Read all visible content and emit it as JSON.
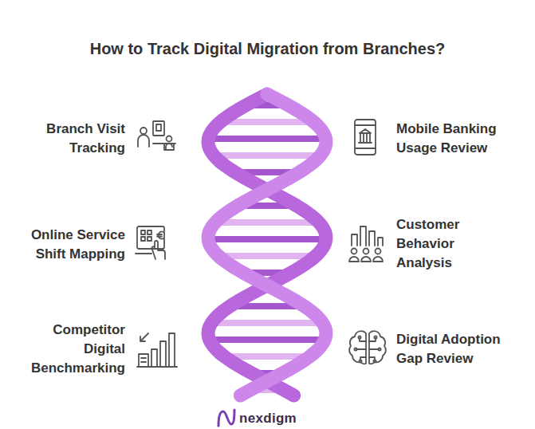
{
  "diagram": {
    "title": "How to Track Digital Migration from Branches?",
    "labels": [
      "Branch Visit Tracking",
      "Mobile Banking Usage Review",
      "Online Service Shift Mapping",
      "Customer Behavior Analysis",
      "Competitor Digital Benchmarking",
      "Digital Adoption Gap Review",
      "nexdigm"
    ]
  }
}
